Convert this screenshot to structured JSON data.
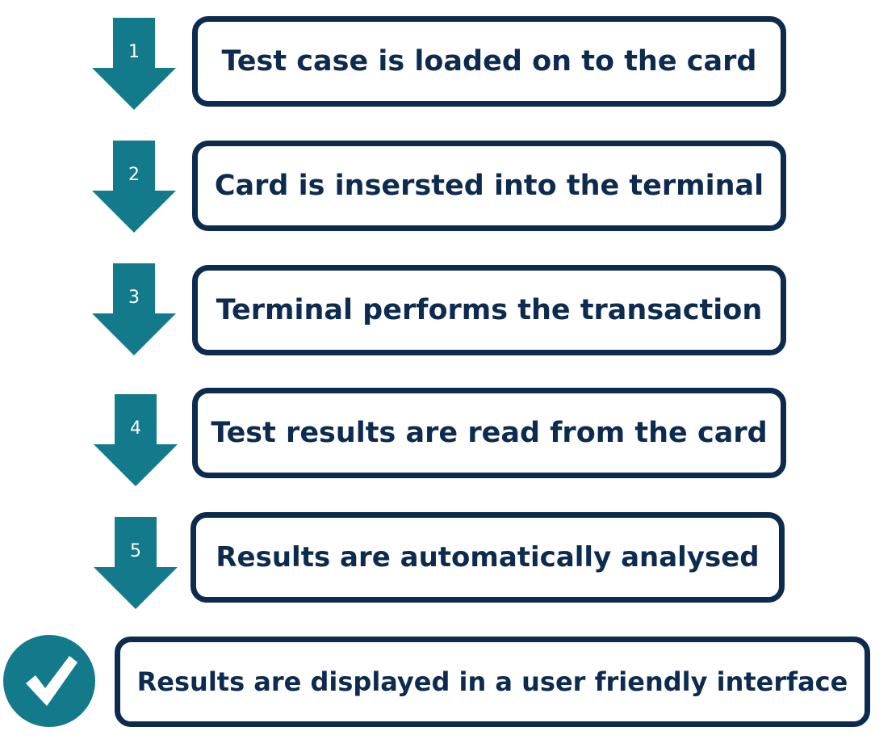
{
  "colors": {
    "accent": "#137a8c",
    "box_border": "#0d2a4f",
    "text": "#0d2a4f",
    "background": "#ffffff"
  },
  "steps": [
    {
      "number": "1",
      "text": "Test case is loaded on to the card"
    },
    {
      "number": "2",
      "text": "Card is insersted into the terminal"
    },
    {
      "number": "3",
      "text": "Terminal performs the transaction"
    },
    {
      "number": "4",
      "text": "Test results are read from the card"
    },
    {
      "number": "5",
      "text": "Results are automatically analysed"
    }
  ],
  "final": {
    "icon": "checkmark-circle-icon",
    "text": "Results are displayed in a user friendly interface"
  }
}
